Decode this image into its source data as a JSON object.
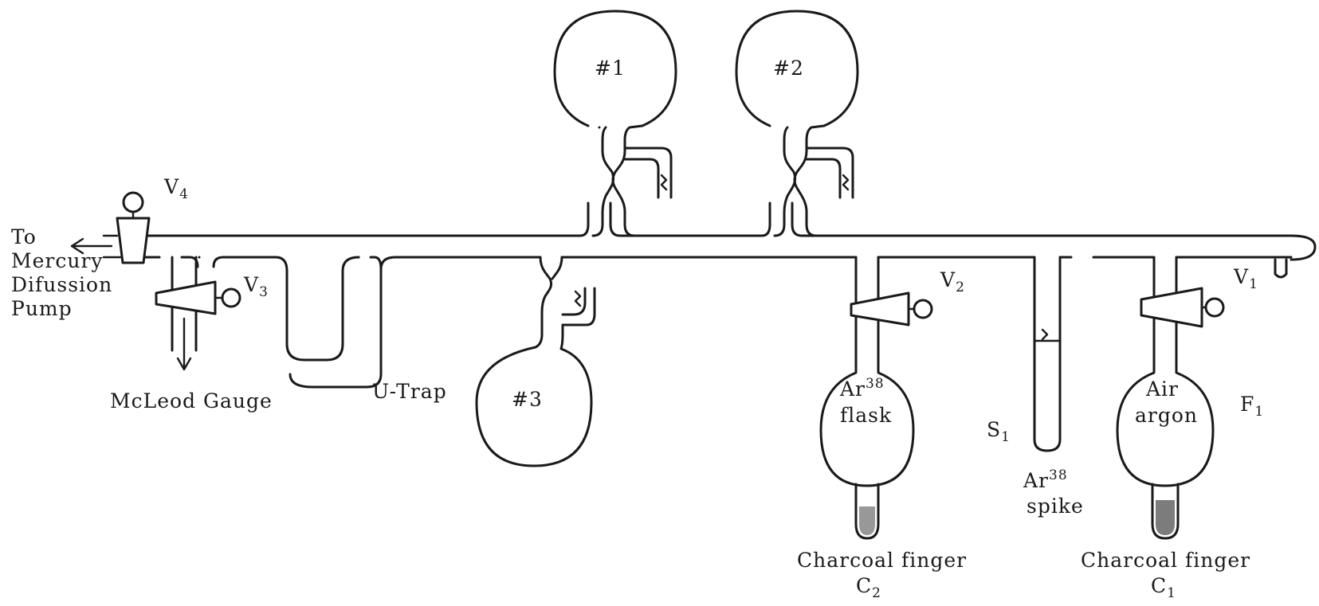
{
  "labels": {
    "v4": "V",
    "v4_sub": "4",
    "v3": "V",
    "v3_sub": "3",
    "v2": "V",
    "v2_sub": "2",
    "v1": "V",
    "v1_sub": "1",
    "pump_line1": "To",
    "pump_line2": "Mercury",
    "pump_line3": "Difussion",
    "pump_line4": "Pump",
    "mcleod": "McLeod Gauge",
    "utrap": "U-Trap",
    "bulb1": "#1",
    "bulb2": "#2",
    "bulb3": "#3",
    "ar38_flask_a": "Ar",
    "ar38_flask_sup": "38",
    "ar38_flask_b": "flask",
    "air_argon_a": "Air",
    "air_argon_b": "argon",
    "s1": "S",
    "s1_sub": "1",
    "f1": "F",
    "f1_sub": "1",
    "spike_a": "Ar",
    "spike_sup": "38",
    "spike_b": "spike",
    "charcoal_c2": "Charcoal finger",
    "c2": "C",
    "c2_sub": "2",
    "charcoal_c1": "Charcoal finger",
    "c1": "C",
    "c1_sub": "1"
  },
  "colors": {
    "ink": "#1a1a1a",
    "paper": "#ffffff"
  }
}
